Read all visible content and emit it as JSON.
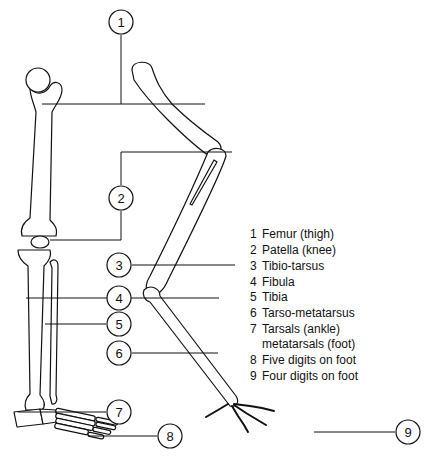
{
  "diagram": {
    "nodes": [
      {
        "text": [
          "1"
        ]
      },
      {
        "text": [
          "2"
        ]
      },
      {
        "text": [
          "3"
        ]
      },
      {
        "text": [
          "4"
        ]
      },
      {
        "text": [
          "5"
        ]
      },
      {
        "text": [
          "6"
        ]
      },
      {
        "text": [
          "7"
        ]
      },
      {
        "text": [
          "8"
        ]
      },
      {
        "text": [
          "9"
        ]
      }
    ],
    "labels": [
      "1",
      "Femur (thigh)",
      "2",
      "Patella (knee)",
      "3",
      "Tibio-tarsus",
      "4",
      "Fibula",
      "5",
      "Tibia",
      "6",
      "Tarso-metatarsus",
      "7",
      "Tarsals (ankle) metatarsals (foot)",
      "8",
      "Five digits on foot",
      "9",
      "Four digits on foot"
    ]
  }
}
